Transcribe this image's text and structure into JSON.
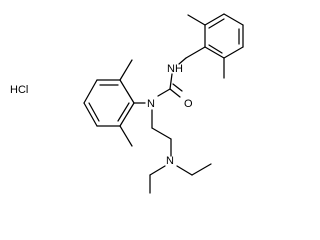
{
  "molecule": {
    "salt_label": "HCl",
    "atoms": {
      "n_amide": "N",
      "nh": "NH",
      "carbonyl_o": "O",
      "n_amine": "N"
    }
  },
  "colors": {
    "bond": "#000000",
    "label": "#000000",
    "background": "#ffffff"
  }
}
